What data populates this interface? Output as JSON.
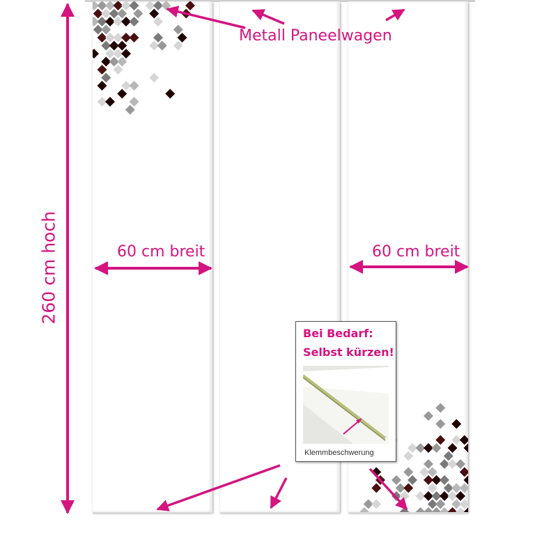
{
  "labels": {
    "rail": "Metall Paneelwagen",
    "width_left": "60 cm breit",
    "width_right": "60 cm breit",
    "height": "260 cm hoch"
  },
  "inset": {
    "title_line1": "Bei Bedarf:",
    "title_line2": "Selbst kürzen!",
    "caption": "Klemmbeschwerung"
  },
  "colors": {
    "accent": "#d4147f",
    "pixel_dark": "#200000",
    "pixel_mid": "#999999",
    "pixel_light": "#d6d6d6"
  }
}
